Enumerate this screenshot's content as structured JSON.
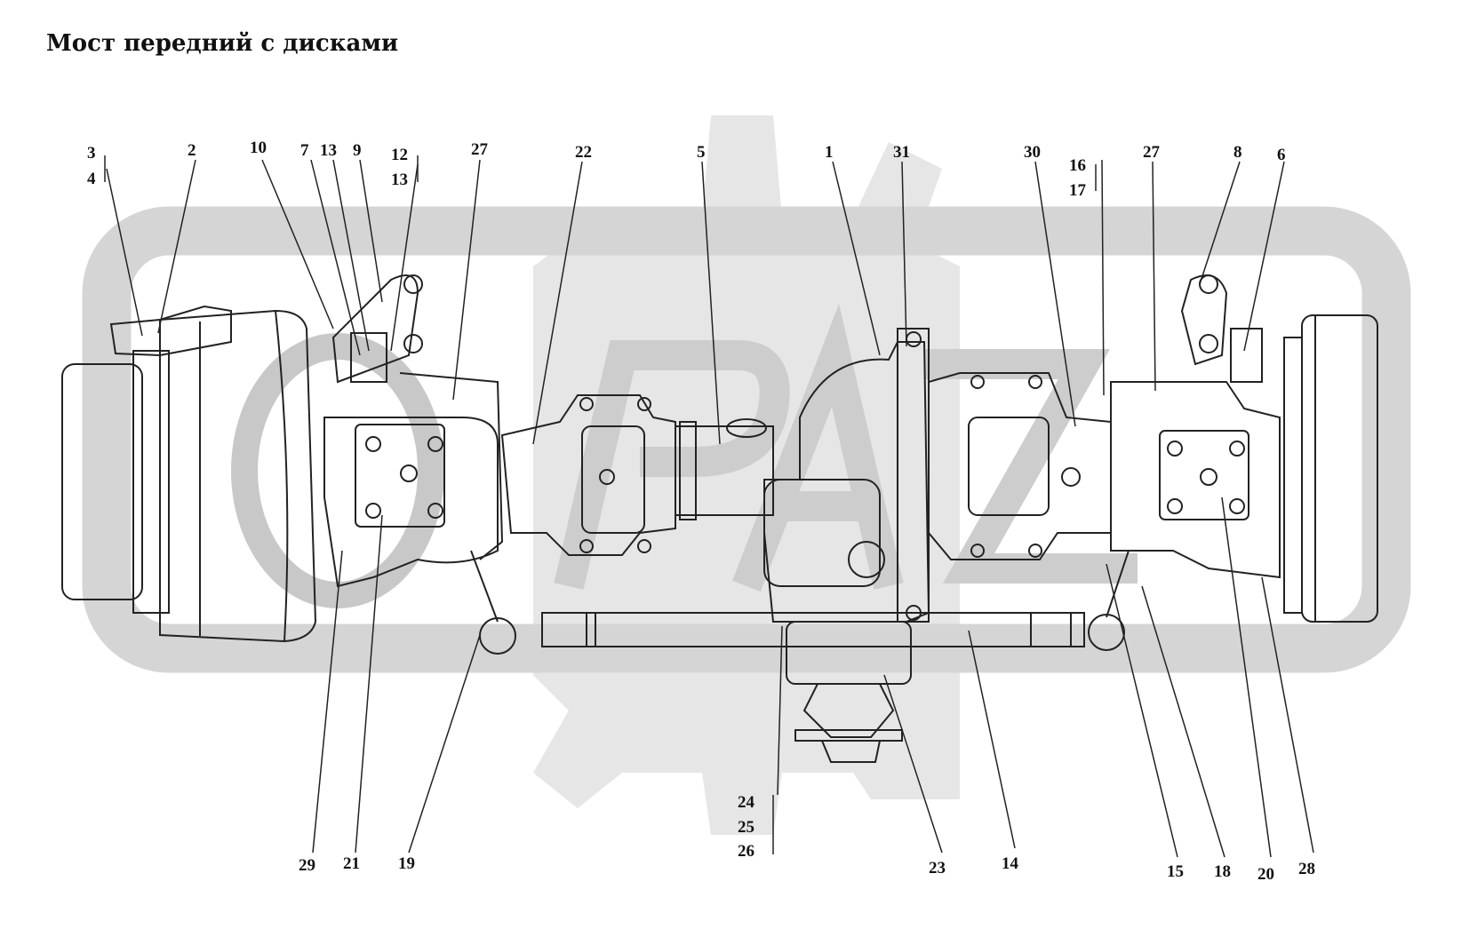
{
  "title": "Мост передний с дисками",
  "colors": {
    "line": "#222222",
    "watermark": "#cfcfcf",
    "background": "#ffffff"
  },
  "labels": {
    "top": [
      {
        "id": "l3",
        "text": "3"
      },
      {
        "id": "l4",
        "text": "4"
      },
      {
        "id": "l2",
        "text": "2"
      },
      {
        "id": "l10",
        "text": "10"
      },
      {
        "id": "l7",
        "text": "7"
      },
      {
        "id": "l13a",
        "text": "13"
      },
      {
        "id": "l9",
        "text": "9"
      },
      {
        "id": "l12",
        "text": "12"
      },
      {
        "id": "l13b",
        "text": "13"
      },
      {
        "id": "l27a",
        "text": "27"
      },
      {
        "id": "l22",
        "text": "22"
      },
      {
        "id": "l5",
        "text": "5"
      },
      {
        "id": "l1",
        "text": "1"
      },
      {
        "id": "l31",
        "text": "31"
      },
      {
        "id": "l30",
        "text": "30"
      },
      {
        "id": "l16",
        "text": "16"
      },
      {
        "id": "l17",
        "text": "17"
      },
      {
        "id": "l27b",
        "text": "27"
      },
      {
        "id": "l8",
        "text": "8"
      },
      {
        "id": "l6",
        "text": "6"
      }
    ],
    "bottom": [
      {
        "id": "l29",
        "text": "29"
      },
      {
        "id": "l21",
        "text": "21"
      },
      {
        "id": "l19",
        "text": "19"
      },
      {
        "id": "l24",
        "text": "24"
      },
      {
        "id": "l25",
        "text": "25"
      },
      {
        "id": "l26",
        "text": "26"
      },
      {
        "id": "l23",
        "text": "23"
      },
      {
        "id": "l14",
        "text": "14"
      },
      {
        "id": "l15",
        "text": "15"
      },
      {
        "id": "l18",
        "text": "18"
      },
      {
        "id": "l20",
        "text": "20"
      },
      {
        "id": "l28",
        "text": "28"
      }
    ]
  }
}
